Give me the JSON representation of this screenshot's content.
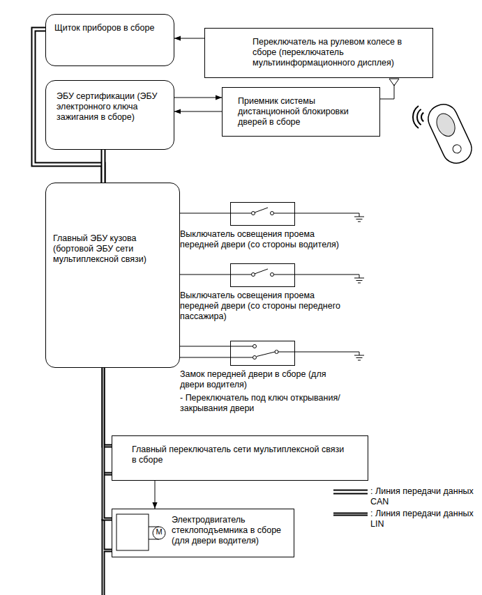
{
  "diagram": {
    "nodes": [
      {
        "text": [
          "Щиток приборов в сборе"
        ]
      },
      {
        "text": [
          "Переключатель на рулевом колесе в сборе (переключатель мультиинформационного дисплея)"
        ]
      },
      {
        "text": [
          "ЭБУ сертификации (ЭБУ электронного ключа зажигания в сборе)"
        ]
      },
      {
        "text": [
          "Приемник системы дистанционной блокировки дверей в сборе"
        ]
      },
      {
        "text": [
          "Главный ЭБУ кузова (бортовой ЭБУ сети мультиплексной связи)"
        ]
      },
      {
        "text": [
          "Выключатель освещения проема передней двери (со стороны водителя)"
        ]
      },
      {
        "text": [
          "Выключатель освещения проема передней двери (со стороны переднего пассажира)"
        ]
      },
      {
        "text": [
          "Замок передней двери в сборе (для двери водителя)",
          "- Переключатель под ключ открывания/закрывания двери"
        ]
      },
      {
        "text": [
          "Главный переключатель сети мультиплексной связи в сборе"
        ]
      },
      {
        "text": [
          "Электродвигатель стеклоподъемника в сборе (для двери водителя)"
        ]
      }
    ],
    "edges": [
      {
        "from": 1,
        "to": 0,
        "arrow": "to"
      },
      {
        "from": 2,
        "to": 3,
        "arrow": "to"
      },
      {
        "from": 3,
        "to": 2,
        "arrow": "to"
      },
      {
        "from": 0,
        "to": 4,
        "arrow": "none"
      },
      {
        "from": 2,
        "to": 4,
        "arrow": "none"
      },
      {
        "from": 4,
        "to": 5,
        "arrow": "none"
      },
      {
        "from": 4,
        "to": 6,
        "arrow": "none"
      },
      {
        "from": 4,
        "to": 7,
        "arrow": "none"
      },
      {
        "from": 4,
        "to": 7,
        "arrow": "none"
      },
      {
        "from": 4,
        "to": 8,
        "arrow": "none"
      },
      {
        "from": 4,
        "to": 9,
        "arrow": "none"
      },
      {
        "from": 8,
        "to": 9,
        "arrow": "to"
      }
    ],
    "labels": [
      "M"
    ],
    "legend": [
      {
        "text": ": Линия передачи данных CAN"
      },
      {
        "text": ": Линия передачи данных LIN"
      }
    ]
  }
}
